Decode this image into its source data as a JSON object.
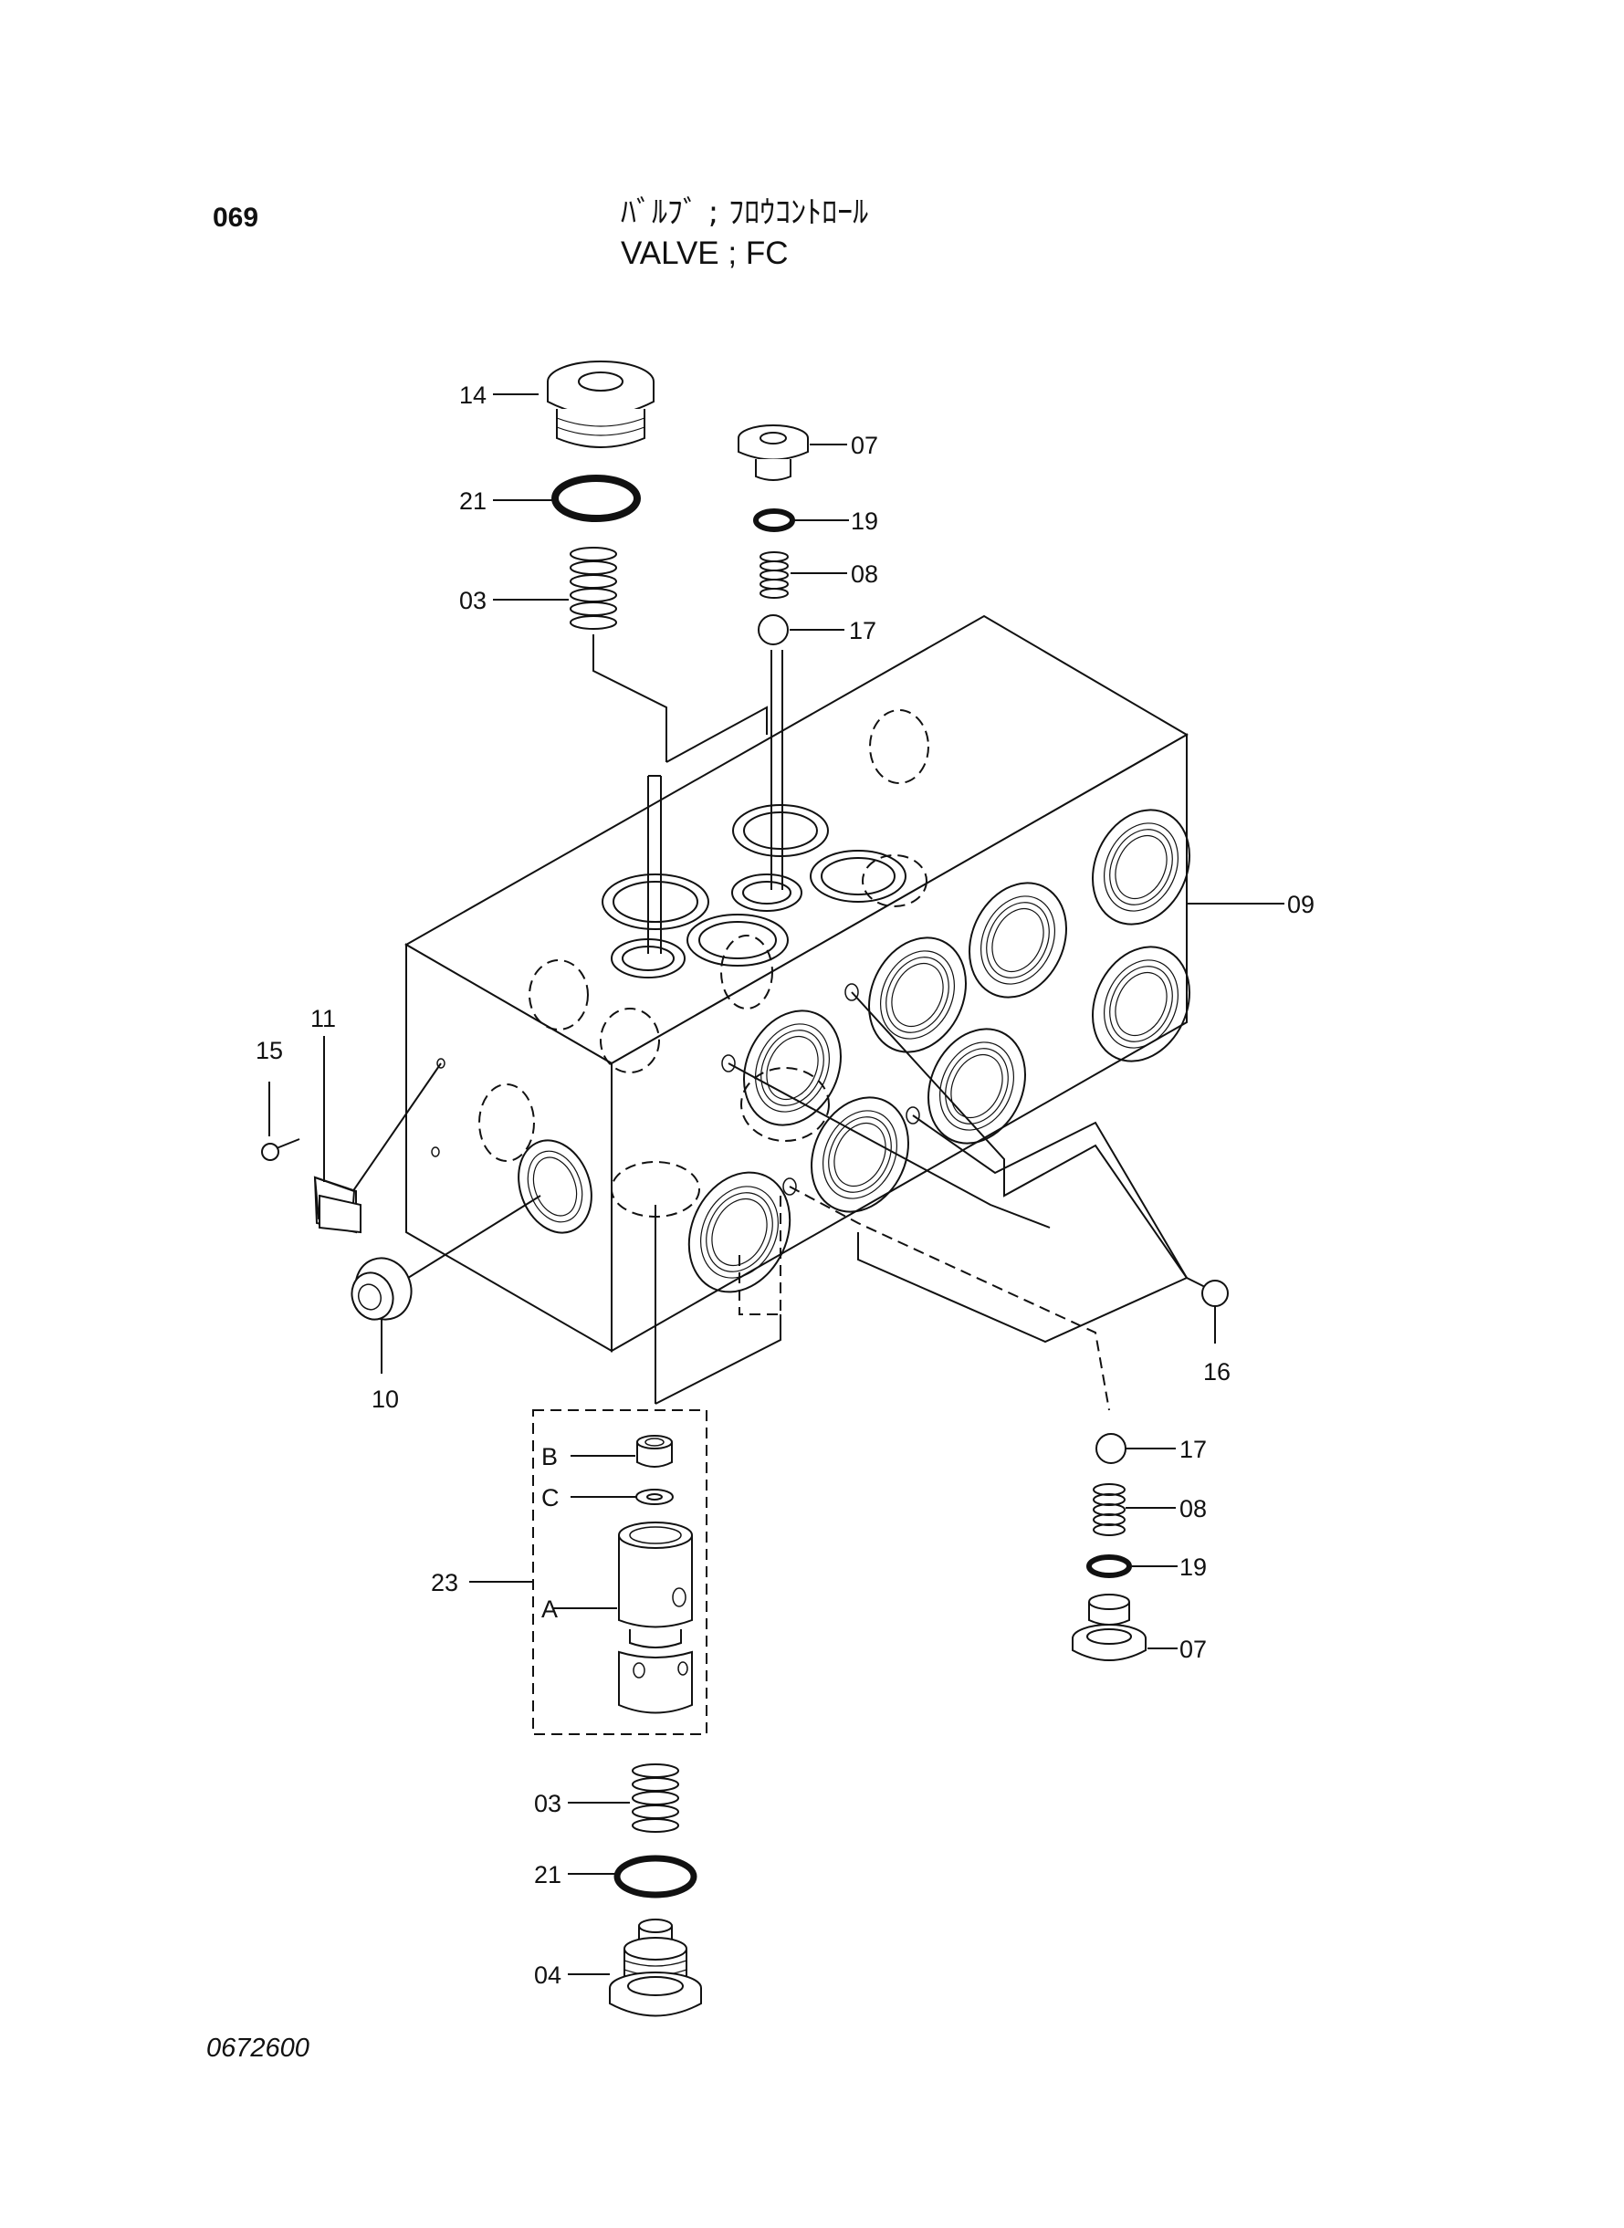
{
  "header": {
    "page_number": "069",
    "title_jp": "ﾊﾞﾙﾌﾞ ; ﾌﾛｳｺﾝﾄﾛｰﾙ",
    "title_en": "VALVE ; FC"
  },
  "footer": {
    "drawing_number": "0672600"
  },
  "callouts": {
    "c14": "14",
    "c21_top": "21",
    "c03_top": "03",
    "c07_top": "07",
    "c19_top": "19",
    "c08_top": "08",
    "c17_top": "17",
    "c09": "09",
    "c11": "11",
    "c15": "15",
    "c10": "10",
    "c16": "16",
    "c17_right": "17",
    "c08_right": "08",
    "c19_right": "19",
    "c07_right": "07",
    "c23": "23",
    "cB": "B",
    "cC": "C",
    "cA": "A",
    "c03_bottom": "03",
    "c21_bottom": "21",
    "c04": "04"
  }
}
